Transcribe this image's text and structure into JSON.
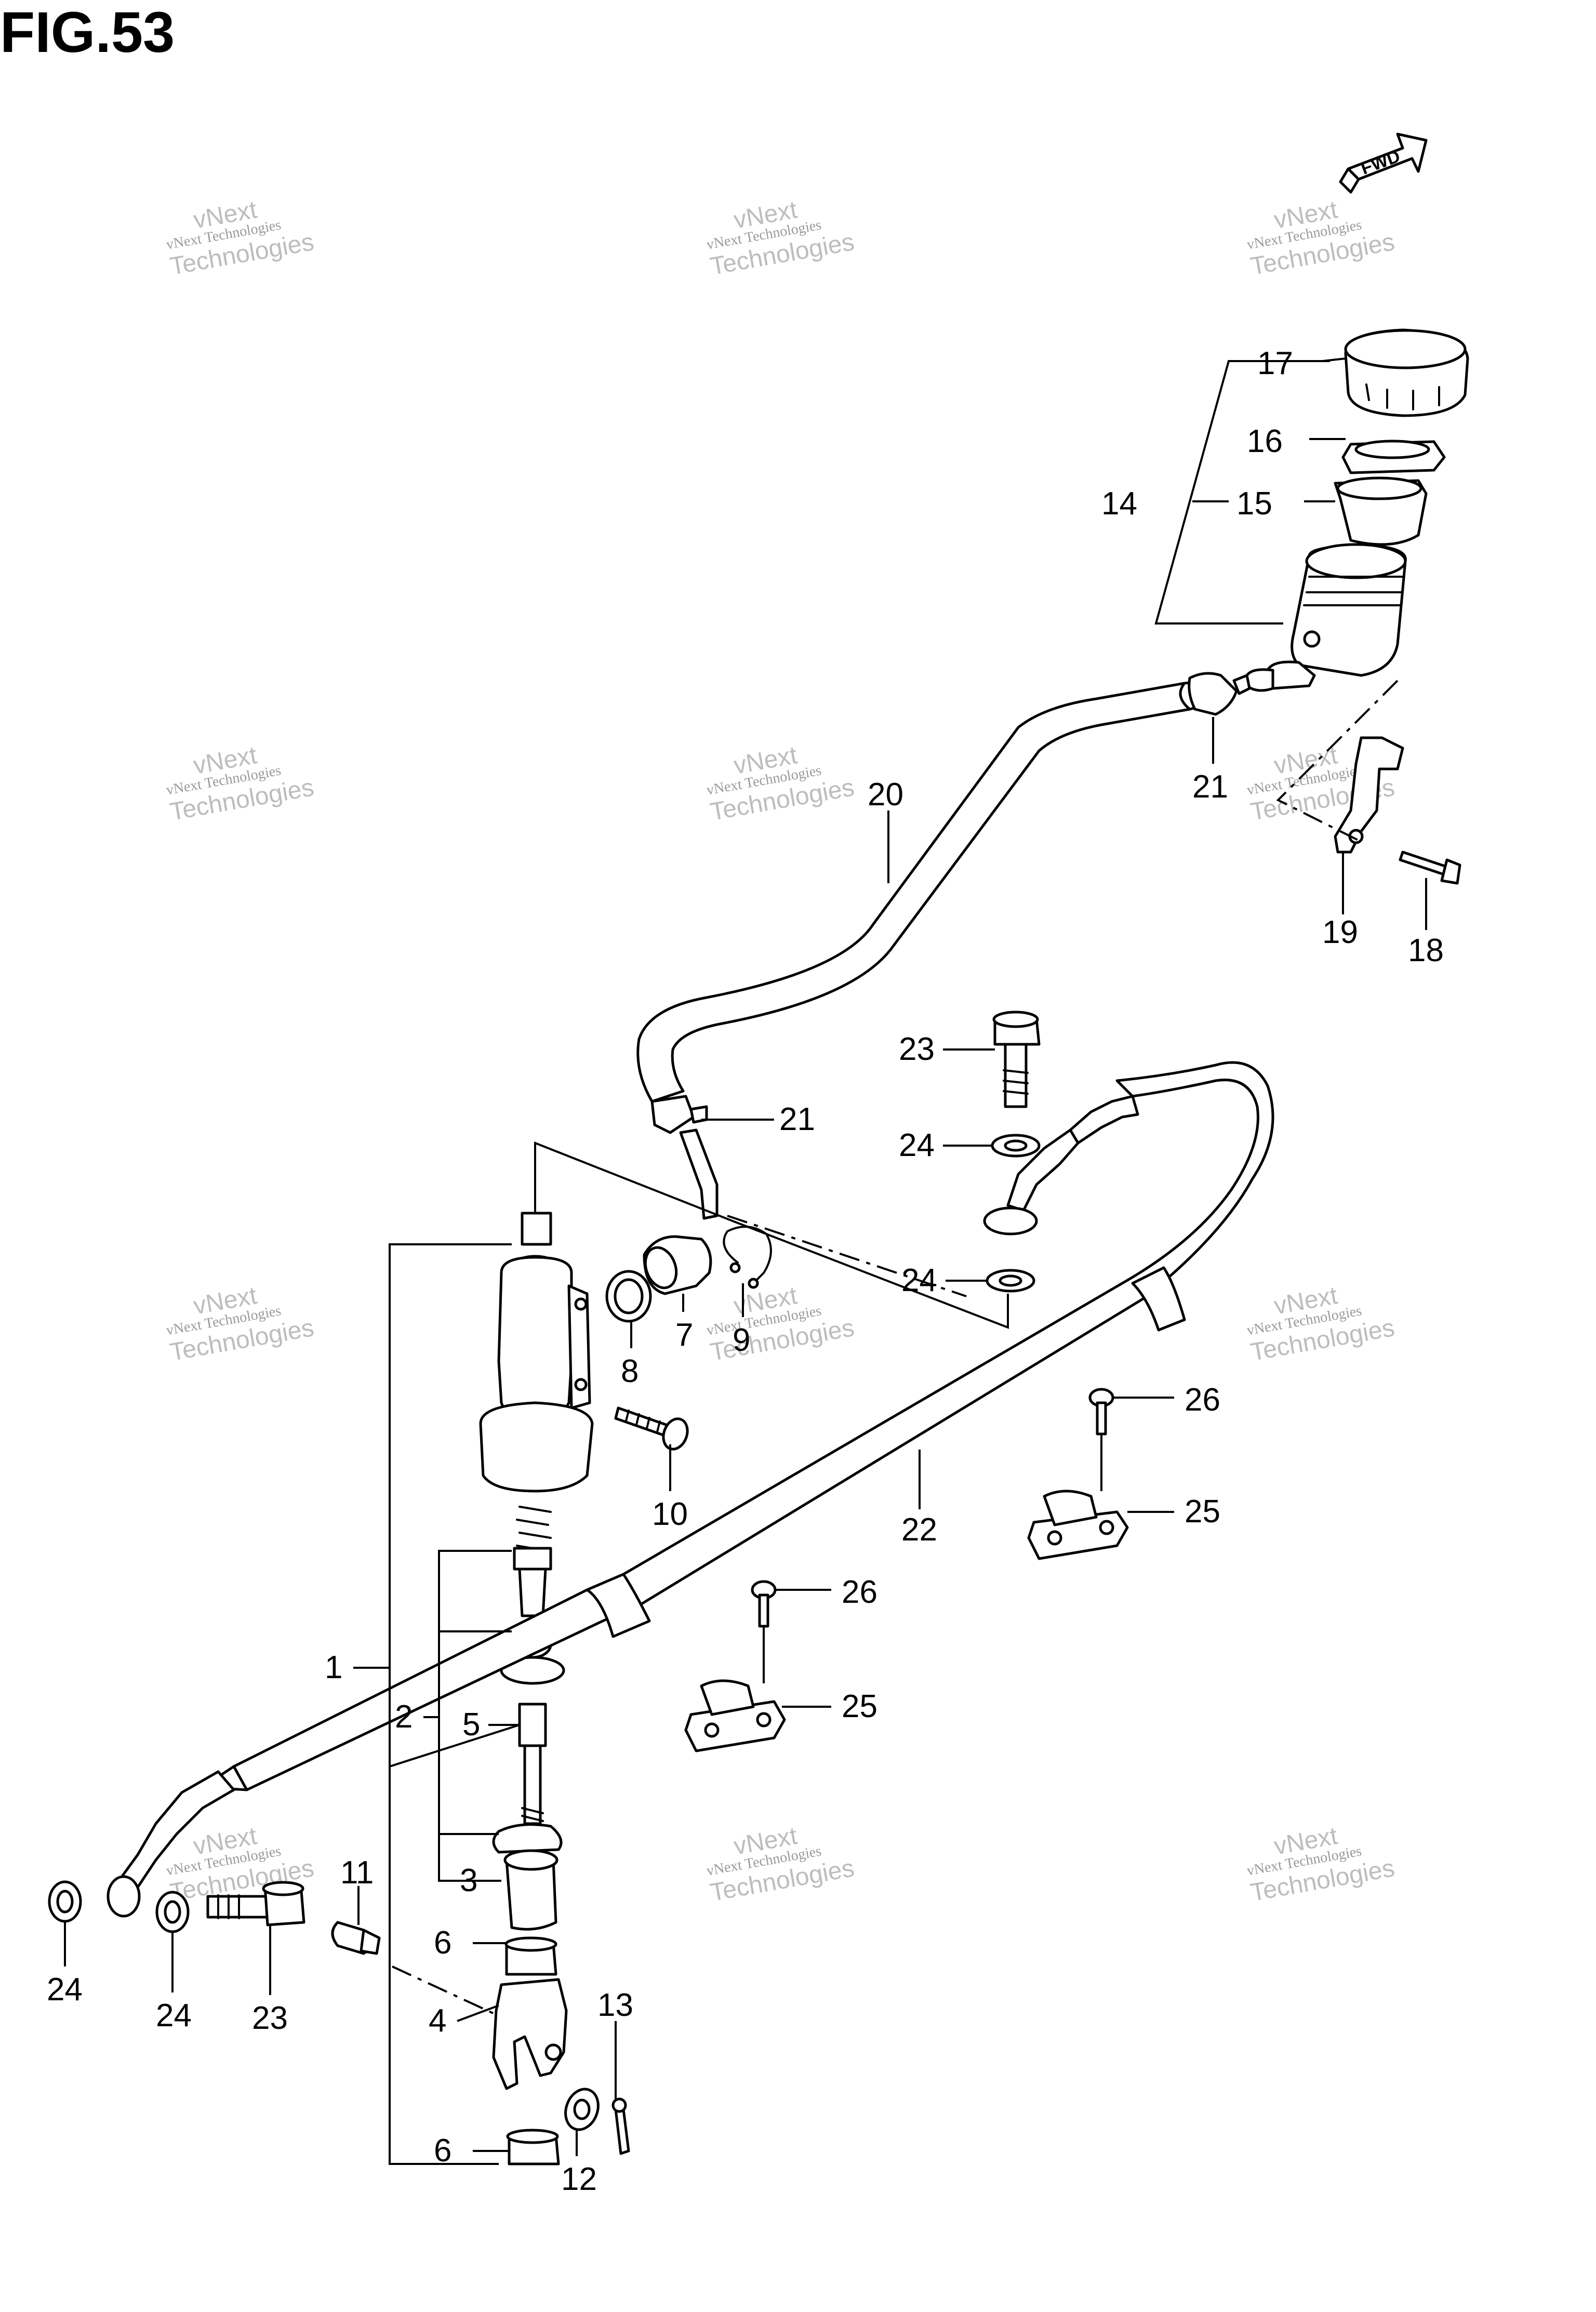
{
  "figure": {
    "title": "FIG.53",
    "direction_badge": "FWD"
  },
  "watermark": {
    "line1": "vNext",
    "line2": "vNext Technologies",
    "line3": "Technologies"
  },
  "callouts": {
    "c1": "1",
    "c2": "2",
    "c3": "3",
    "c4": "4",
    "c5": "5",
    "c6a": "6",
    "c6b": "6",
    "c7": "7",
    "c8": "8",
    "c9": "9",
    "c10": "10",
    "c11": "11",
    "c12": "12",
    "c13": "13",
    "c14": "14",
    "c15": "15",
    "c16": "16",
    "c17": "17",
    "c18": "18",
    "c19": "19",
    "c20": "20",
    "c21a": "21",
    "c21b": "21",
    "c22": "22",
    "c23a": "23",
    "c23b": "23",
    "c24a": "24",
    "c24b": "24",
    "c24c": "24",
    "c24d": "24",
    "c25a": "25",
    "c25b": "25",
    "c26a": "26",
    "c26b": "26"
  },
  "colors": {
    "line": "#000000",
    "background": "#ffffff",
    "watermark": "#bdbdbd"
  }
}
